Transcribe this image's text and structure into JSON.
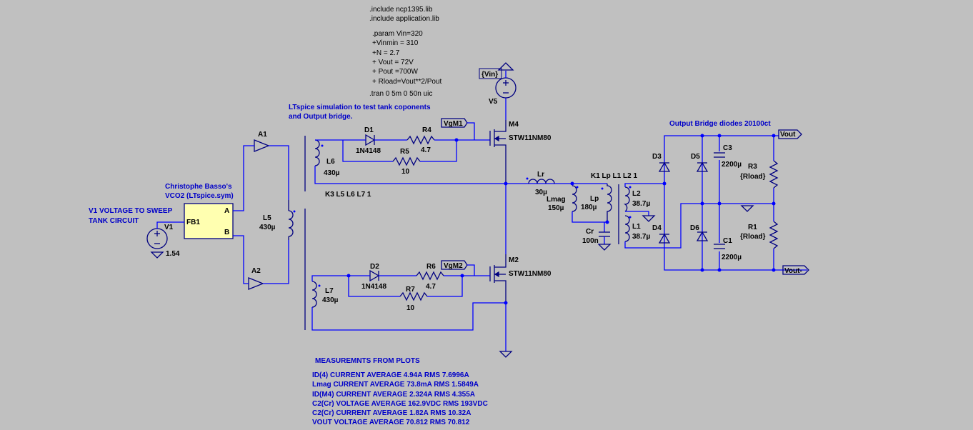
{
  "directives": [
    ".include ncp1395.lib",
    ".include application.lib",
    ".param Vin=320",
    "+Vinmin = 310",
    "+N = 2.7",
    "+ Vout = 72V",
    "+ Pout =700W",
    "+ Rload=Vout**2/Pout",
    ".tran 0 5m 0 50n uic"
  ],
  "comments": {
    "sim_line1": "LTspice simulation to test tank coponents",
    "sim_line2": "and Output bridge.",
    "vco_line1": "Christophe Basso's",
    "vco_line2": "VCO2 (LTspice.sym)",
    "v1_line1": "V1 VOLTAGE TO SWEEP",
    "v1_line2": "TANK CIRCUIT",
    "bridge": "Output Bridge diodes  20100ct",
    "meas_title": "MEASUREMNTS FROM PLOTS"
  },
  "measurements": [
    "ID(4) CURRENT AVERAGE 4.94A RMS 7.6996A",
    "Lmag CURRENT AVERAGE 73.8mA RMS 1.5849A",
    "ID(M4) CURRENT AVERAGE 2.324A RMS 4.355A",
    "C2(Cr) VOLTAGE AVERAGE 162.9VDC RMS 193VDC",
    "C2(Cr) CURRENT AVERAGE 1.82A RMS 10.32A",
    "VOUT VOLTAGE AVERAGE 70.812 RMS 70.812"
  ],
  "components": {
    "A1": "A1",
    "A2": "A2",
    "FB1": "FB1",
    "pin_a": "A",
    "pin_b": "B",
    "V1": "V1",
    "V1_val": "1.54",
    "L5": "L5",
    "L5_val": "430µ",
    "L6": "L6",
    "L6_val": "430µ",
    "L7": "L7",
    "L7_val": "430µ",
    "K3": "K3 L5 L6 L7 1",
    "D1": "D1",
    "D1_val": "1N4148",
    "D2": "D2",
    "D2_val": "1N4148",
    "R4": "R4",
    "R4_val": "4.7",
    "R5": "R5",
    "R5_val": "10",
    "R6": "R6",
    "R6_val": "4.7",
    "R7": "R7",
    "R7_val": "10",
    "VgM1": "VgM1",
    "VgM2": "VgM2",
    "M4": "M4",
    "M4_val": "STW11NM80",
    "M2": "M2",
    "M2_val": "STW11NM80",
    "Vin": "{Vin}",
    "V5": "V5",
    "Lr": "Lr",
    "Lr_val": "30µ",
    "Lmag": "Lmag",
    "Lmag_val": "150µ",
    "Lp": "Lp",
    "Lp_val": "180µ",
    "K1": "K1 Lp L1 L2 1",
    "Cr": "Cr",
    "Cr_val": "100n",
    "L2": "L2",
    "L2_val": "38.7µ",
    "L1": "L1",
    "L1_val": "38.7µ",
    "D3": "D3",
    "D4": "D4",
    "D5": "D5",
    "D6": "D6",
    "C3": "C3",
    "C3_val": "2200µ",
    "C1": "C1",
    "C1_val": "2200µ",
    "R3": "R3",
    "R3_val": "{Rload}",
    "R1": "R1",
    "R1_val": "{Rload}",
    "Vout_plus": "Vout",
    "Vout_minus": "Vout-"
  }
}
